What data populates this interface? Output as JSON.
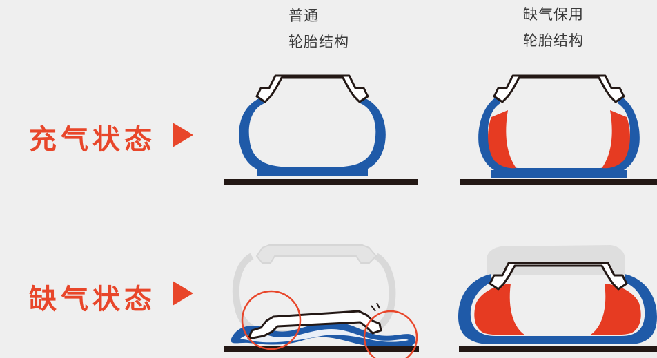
{
  "columns": {
    "normal": {
      "line1": "普通",
      "line2": "轮胎结构"
    },
    "runflat": {
      "line1": "缺气保用",
      "line2": "轮胎结构"
    }
  },
  "rows": {
    "inflated": {
      "label": "充气状态"
    },
    "deflated": {
      "label": "缺气状态"
    }
  },
  "colors": {
    "accent": "#e8462a",
    "tire_blue": "#1f5aa8",
    "insert_red": "#e63b22",
    "ground": "#231815",
    "ghost": "#dadada"
  }
}
